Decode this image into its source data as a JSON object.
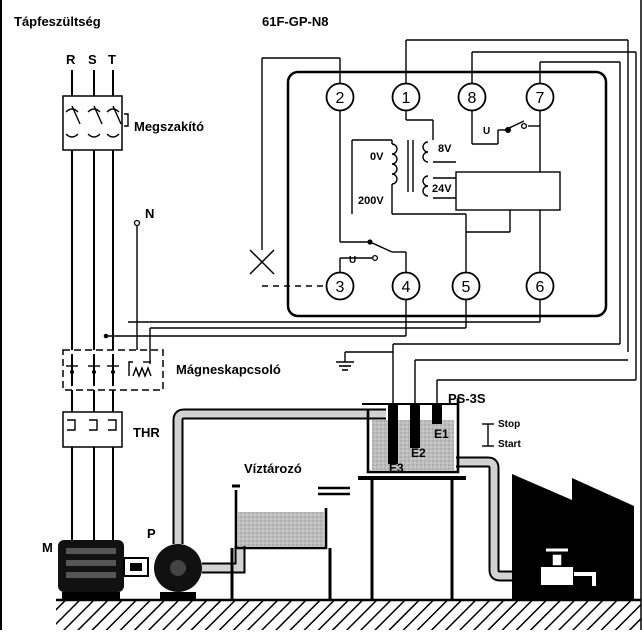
{
  "labels": {
    "supply_title": "Tápfeszültség",
    "device_model": "61F-GP-N8",
    "phase_r": "R",
    "phase_s": "S",
    "phase_t": "T",
    "breaker": "Megszakító",
    "neutral": "N",
    "contactor": "Mágneskapcsoló",
    "thermal_relay": "THR",
    "motor": "M",
    "pump": "P",
    "reservoir": "Víztározó",
    "sensor_model": "PS-3S",
    "electrode_e1": "E1",
    "electrode_e2": "E2",
    "electrode_e3": "E3",
    "level_stop": "Stop",
    "level_start": "Start",
    "volt_0v": "0V",
    "volt_8v": "8V",
    "volt_200v": "200V",
    "volt_24v": "24V",
    "relay_u_top": "U",
    "relay_u_bottom": "U"
  },
  "terminals": {
    "t1": "1",
    "t2": "2",
    "t3": "3",
    "t4": "4",
    "t5": "5",
    "t6": "6",
    "t7": "7",
    "t8": "8"
  }
}
